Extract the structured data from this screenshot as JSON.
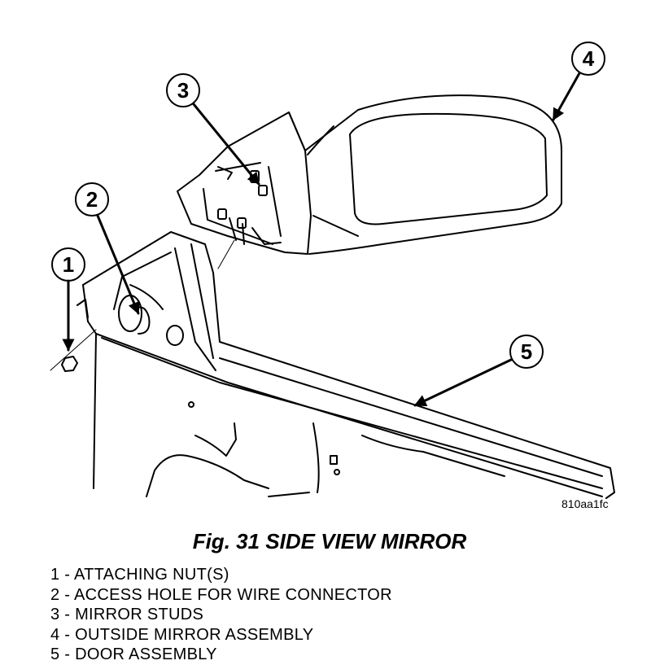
{
  "figure": {
    "code": "810aa1fc",
    "callouts": [
      "1",
      "2",
      "3",
      "4",
      "5"
    ]
  },
  "title": "Fig. 31 SIDE VIEW MIRROR",
  "legend": [
    "1 - ATTACHING NUT(S)",
    "2 - ACCESS HOLE FOR WIRE CONNECTOR",
    "3 - MIRROR STUDS",
    "4 - OUTSIDE MIRROR ASSEMBLY",
    "5 - DOOR ASSEMBLY"
  ]
}
